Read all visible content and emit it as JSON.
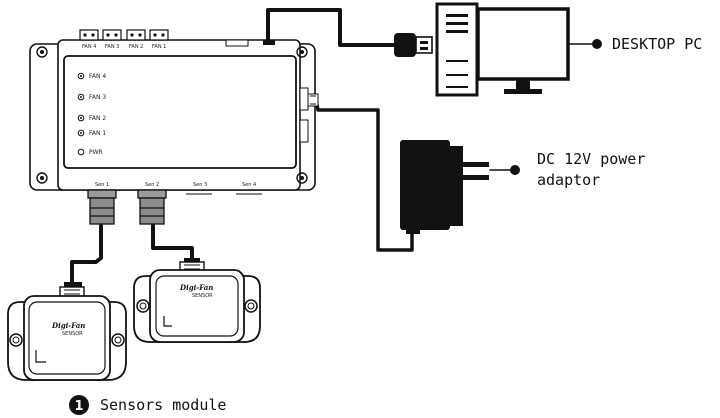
{
  "labels": {
    "desktop_pc": "DESKTOP PC",
    "power_adaptor_line1": "DC 12V power",
    "power_adaptor_line2": "adaptor",
    "sensors_module": "Sensors module",
    "sensors_number": "1"
  },
  "controller": {
    "top_ports": [
      "FAN 4",
      "FAN 3",
      "FAN 2",
      "FAN 1"
    ],
    "side_leds": [
      "FAN 4",
      "FAN 3",
      "FAN 2",
      "FAN 1",
      "PWR"
    ],
    "bottom_ports": [
      "Sen 1",
      "Sen 2",
      "Sen 3",
      "Sen 4"
    ]
  },
  "sensor_brand": "Digi-Fan",
  "sensor_model": "SENSOR"
}
